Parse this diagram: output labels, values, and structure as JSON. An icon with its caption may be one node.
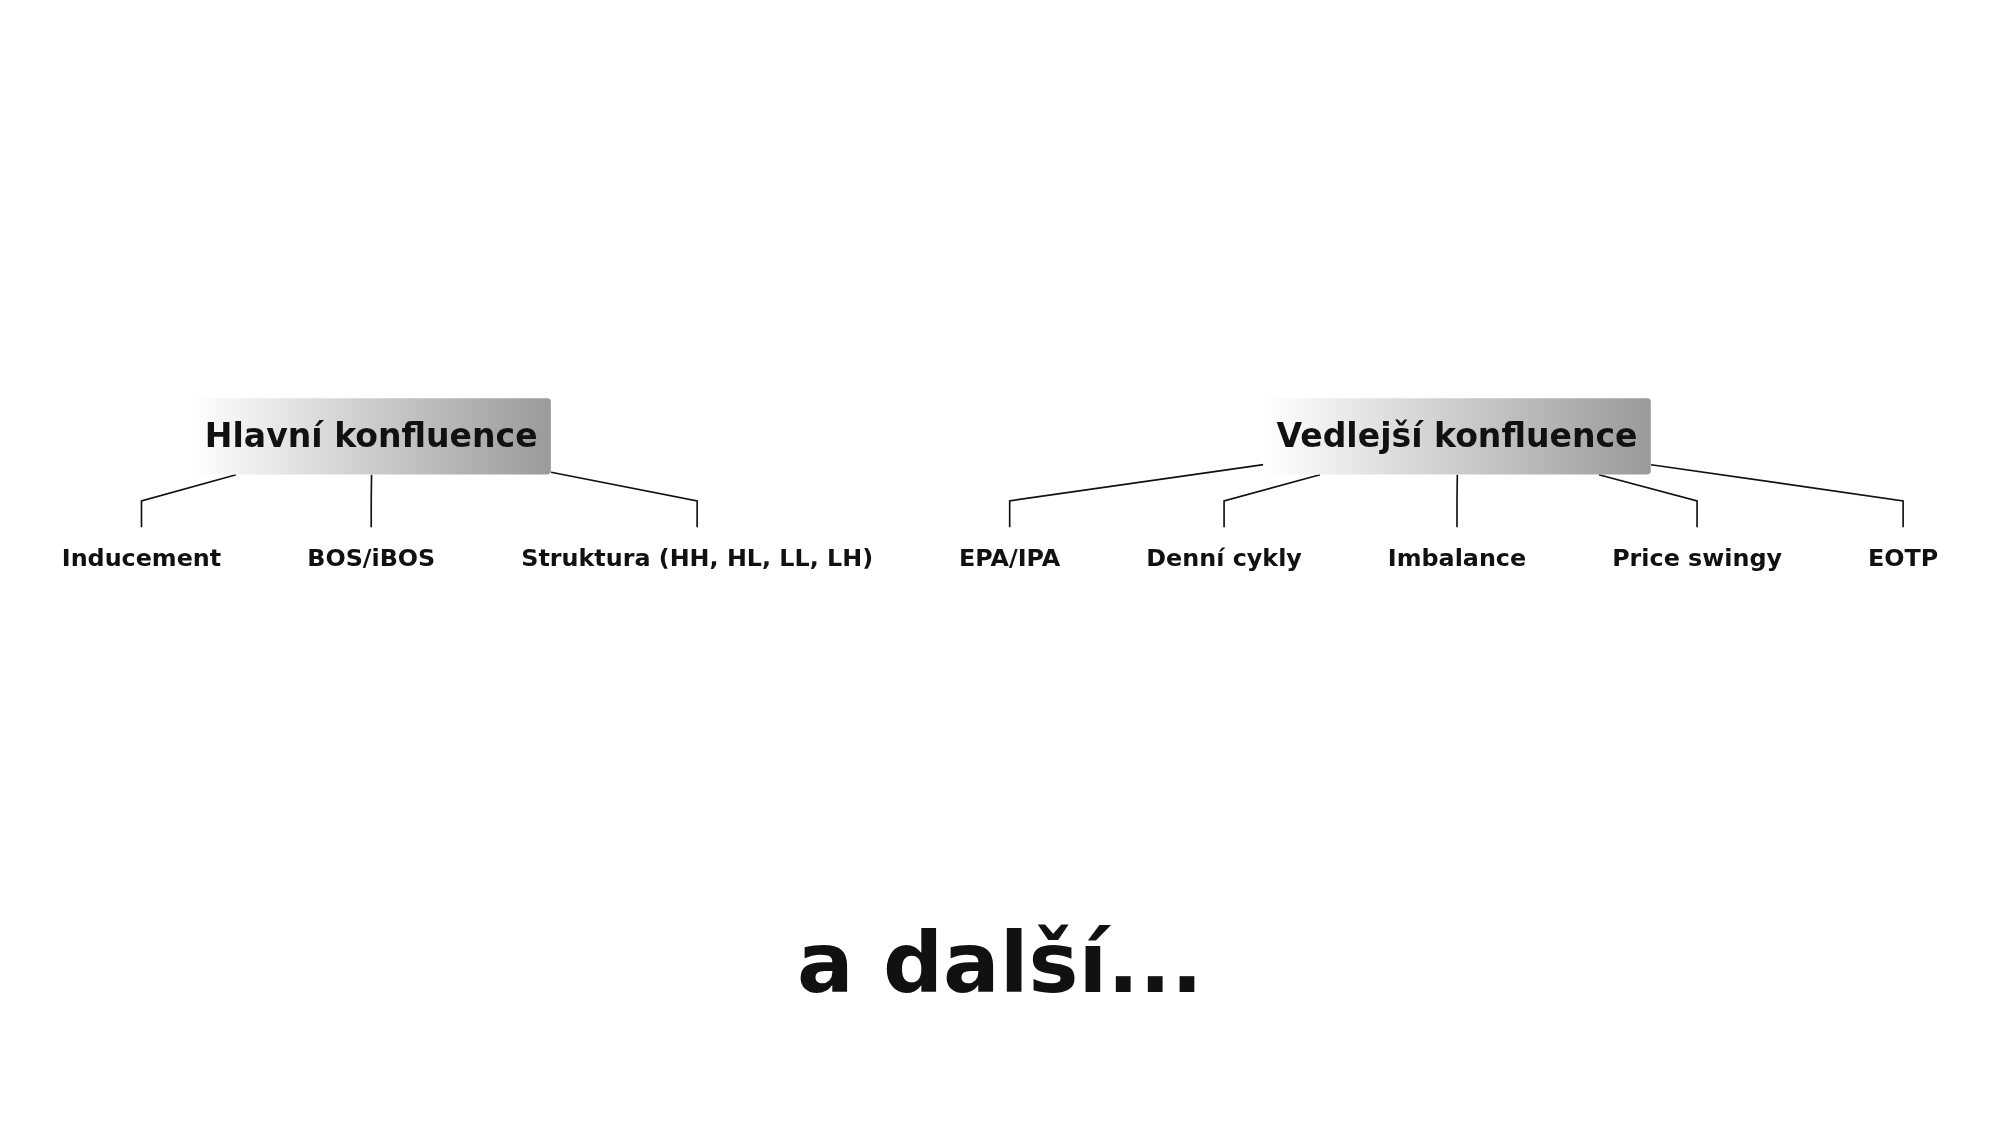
{
  "diagram": {
    "nodes": [
      {
        "text": [
          "Hlavní konfluence"
        ]
      },
      {
        "text": [
          "Inducement"
        ]
      },
      {
        "text": [
          "BOS/iBOS"
        ]
      },
      {
        "text": [
          "Struktura (HH, HL, LL, LH)"
        ]
      },
      {
        "text": [
          "Vedlejší konfluence"
        ]
      },
      {
        "text": [
          "EPA/IPA"
        ]
      },
      {
        "text": [
          "Denní cykly"
        ]
      },
      {
        "text": [
          "Imbalance"
        ]
      },
      {
        "text": [
          "Price swingy"
        ]
      },
      {
        "text": [
          "EOTP"
        ]
      }
    ],
    "edges": [
      {
        "from": 0,
        "to": 1,
        "arrow": "none"
      },
      {
        "from": 0,
        "to": 2,
        "arrow": "none"
      },
      {
        "from": 0,
        "to": 3,
        "arrow": "none"
      },
      {
        "from": 4,
        "to": 5,
        "arrow": "none"
      },
      {
        "from": 4,
        "to": 6,
        "arrow": "none"
      },
      {
        "from": 4,
        "to": 7,
        "arrow": "none"
      },
      {
        "from": 4,
        "to": 8,
        "arrow": "none"
      },
      {
        "from": 4,
        "to": 9,
        "arrow": "none"
      }
    ],
    "labels": [
      "a další..."
    ]
  }
}
